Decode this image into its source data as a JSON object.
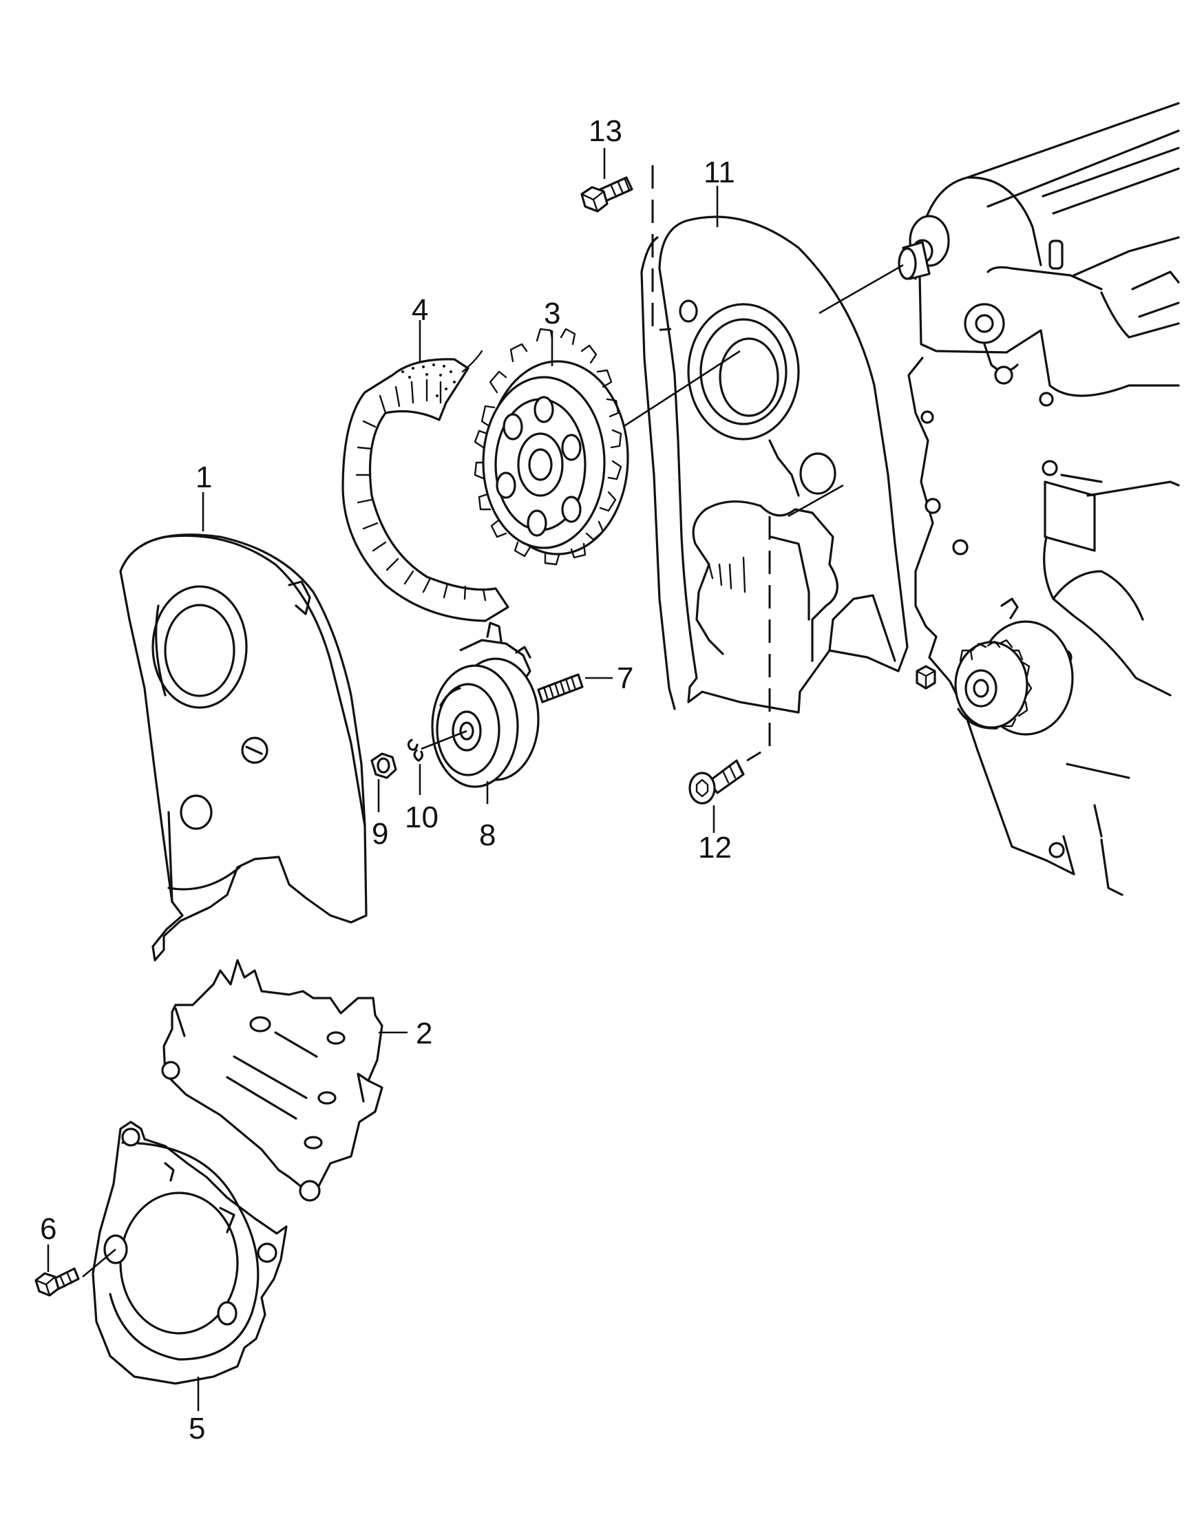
{
  "callouts": [
    {
      "id": "1",
      "label": "1"
    },
    {
      "id": "2",
      "label": "2"
    },
    {
      "id": "3",
      "label": "3"
    },
    {
      "id": "4",
      "label": "4"
    },
    {
      "id": "5",
      "label": "5"
    },
    {
      "id": "6",
      "label": "6"
    },
    {
      "id": "7",
      "label": "7"
    },
    {
      "id": "8",
      "label": "8"
    },
    {
      "id": "9",
      "label": "9"
    },
    {
      "id": "10",
      "label": "10"
    },
    {
      "id": "11",
      "label": "11"
    },
    {
      "id": "12",
      "label": "12"
    },
    {
      "id": "13",
      "label": "13"
    }
  ],
  "colors": {
    "line": "#111111",
    "background": "#ffffff"
  }
}
